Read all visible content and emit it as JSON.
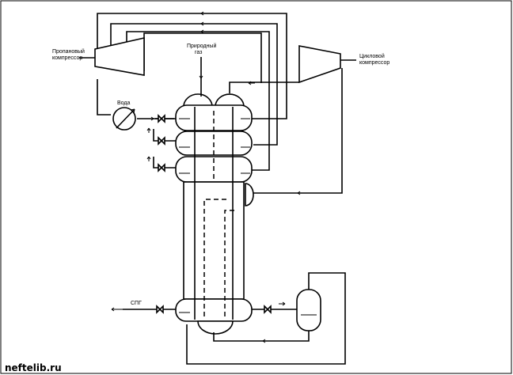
{
  "labels": {
    "propane_compressor": [
      "Пропановый",
      "компрессор"
    ],
    "natural_gas": [
      "Природный",
      "газ"
    ],
    "cycle_compressor": [
      "Цикловой",
      "компрессор"
    ],
    "water": "Вода",
    "lng": "СПГ"
  },
  "watermark": "neftelib.ru"
}
